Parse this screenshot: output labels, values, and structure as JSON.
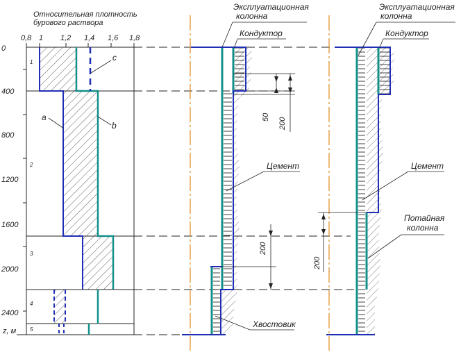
{
  "chart": {
    "title_line1": "Относительная плотность",
    "title_line2": "бурового раствора",
    "density_ticks": [
      "0,8",
      "1",
      "1,2",
      "1,4",
      "1,6",
      "1,8"
    ],
    "depth_ticks": [
      "0",
      "400",
      "800",
      "1200",
      "1600",
      "2000",
      "2400"
    ],
    "depth_axis_label": "z, м",
    "interval_labels": [
      "1",
      "2",
      "3",
      "4",
      "5"
    ],
    "curve_labels": {
      "a": "a",
      "b": "b",
      "c": "c"
    }
  },
  "middle": {
    "production_casing_line1": "Эксплуатационная",
    "production_casing_line2": "колонна",
    "conductor": "Кондуктор",
    "cement": "Цемент",
    "tail": "Хвостовик",
    "dim_50": "50",
    "dim_200_top": "200",
    "dim_200_bottom": "200"
  },
  "right": {
    "production_casing_line1": "Эксплуатационная",
    "production_casing_line2": "колонна",
    "conductor": "Кондуктор",
    "cement": "Цемент",
    "liner_line1": "Потайная",
    "liner_line2": "колонна",
    "dim_200": "200"
  },
  "colors": {
    "blue": "#1f2fb5",
    "teal": "#13908a",
    "orange": "#e08a1e",
    "hatch": "#333333"
  }
}
